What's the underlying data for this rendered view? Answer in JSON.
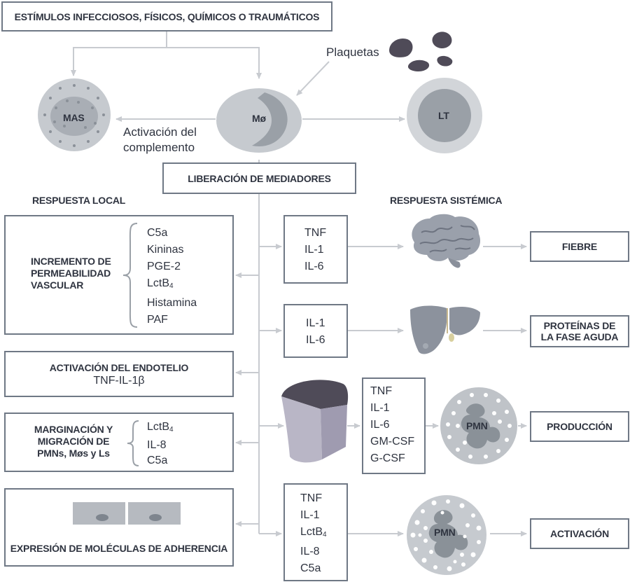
{
  "top": {
    "stimuli": "ESTÍMULOS INFECCIOSOS, FÍSICOS, QUÍMICOS O TRAUMÁTICOS"
  },
  "cells": {
    "mas": "MAS",
    "macrophage": "Mø",
    "lt": "LT",
    "platelets": "Plaquetas",
    "complement_1": "Activación del",
    "complement_2": "complemento"
  },
  "mediators": {
    "title": "LIBERACIÓN DE MEDIADORES"
  },
  "local": {
    "title": "RESPUESTA LOCAL",
    "permeability": {
      "line1": "INCREMENTO DE",
      "line2": "PERMEABILIDAD",
      "line3": "VASCULAR",
      "items": [
        "C5a",
        "Kininas",
        "PGE-2",
        "LctB",
        "Histamina",
        "PAF"
      ]
    },
    "endothelium": {
      "title": "ACTIVACIÓN DEL ENDOTELIO",
      "sub": "TNF-IL-1β"
    },
    "margination": {
      "line1": "MARGINACIÓN Y",
      "line2": "MIGRACIÓN DE",
      "line3": "PMNs, Møs y Ls",
      "items": [
        "LctB",
        "IL-8",
        "C5a"
      ]
    },
    "adhesion": {
      "title": "EXPRESIÓN DE MOLÉCULAS DE ADHERENCIA"
    }
  },
  "systemic": {
    "title": "RESPUESTA SISTÉMICA",
    "fever": {
      "mediators": [
        "TNF",
        "IL-1",
        "IL-6"
      ],
      "result": "FIEBRE"
    },
    "acute_phase": {
      "mediators": [
        "IL-1",
        "IL-6"
      ],
      "result_1": "PROTEÍNAS DE",
      "result_2": "LA FASE AGUDA"
    },
    "production": {
      "mediators": [
        "TNF",
        "IL-1",
        "IL-6",
        "GM-CSF",
        "G-CSF"
      ],
      "cell": "PMN",
      "result": "PRODUCCIÓN"
    },
    "activation": {
      "mediators": [
        "TNF",
        "IL-1",
        "LctB",
        "IL-8",
        "C5a"
      ],
      "cell": "PMN",
      "result": "ACTIVACIÓN"
    }
  },
  "subscript": "4",
  "colors": {
    "line": "#c8cbd0",
    "border": "#6f7885",
    "text": "#2f3440",
    "cell": "#c6cacf",
    "cell_dark": "#9aa0a7",
    "brain": "#9aa0ab",
    "liver": "#8c929d",
    "bone_top": "#4f4b58",
    "bone_side": "#b9b6c6"
  }
}
